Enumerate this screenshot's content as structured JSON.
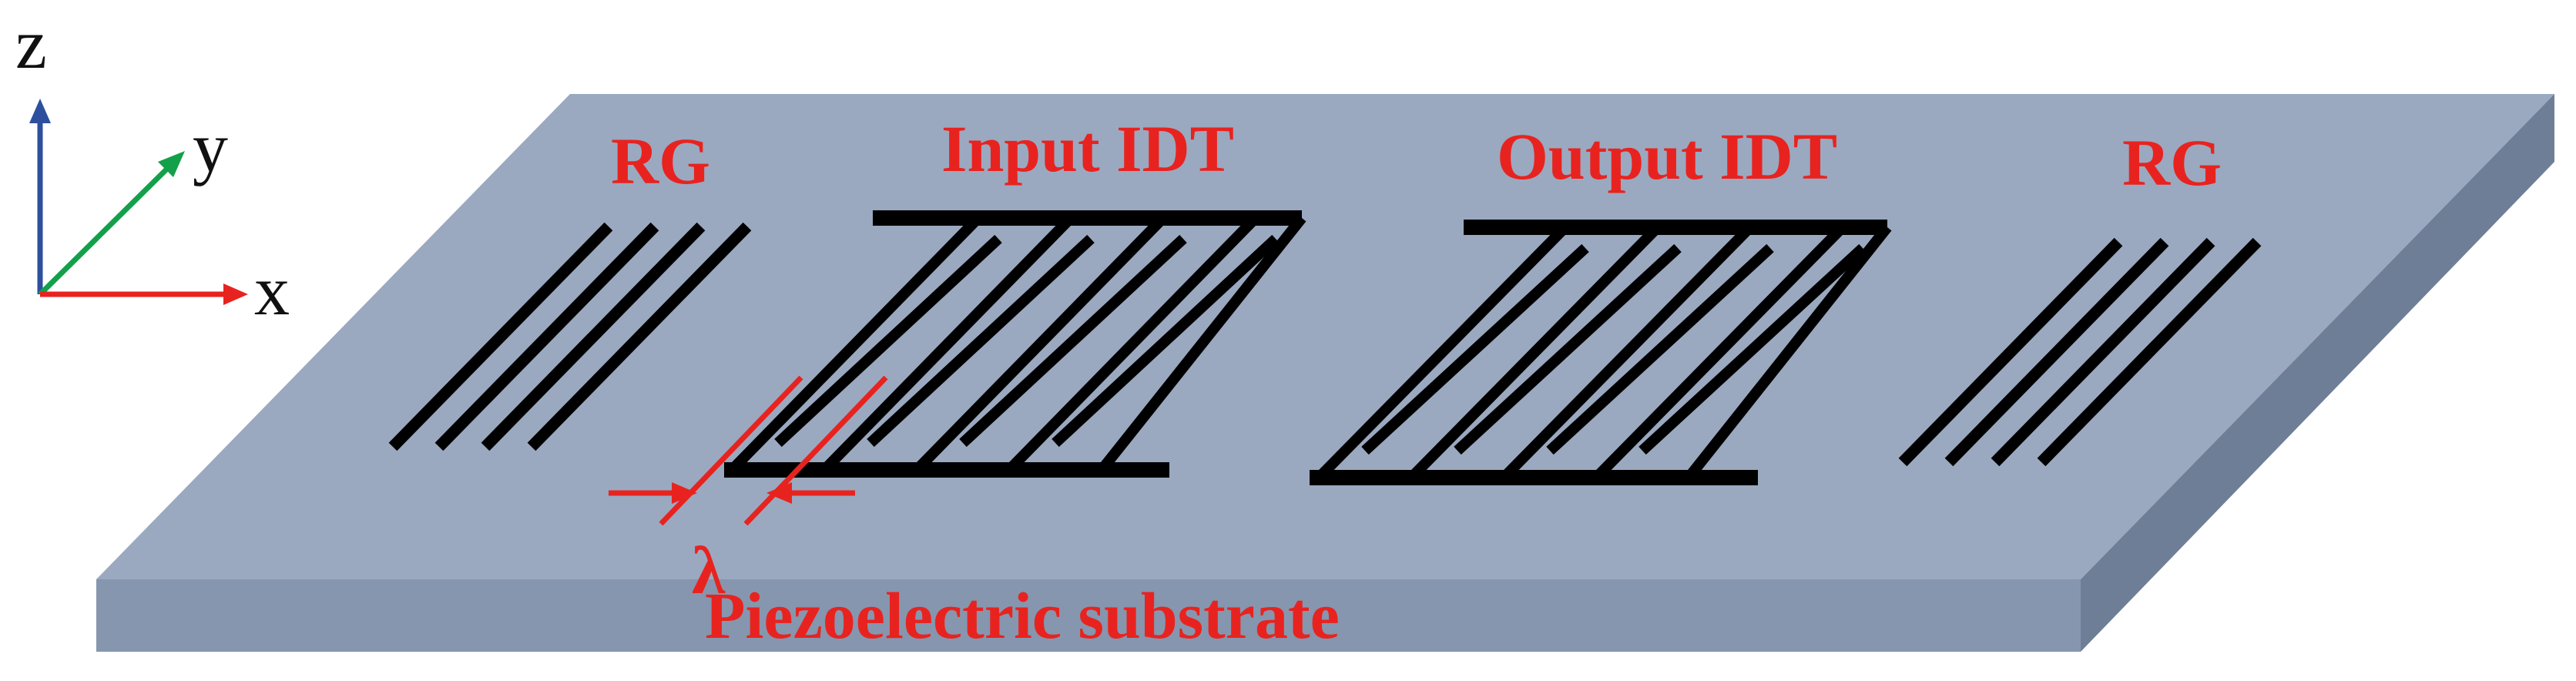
{
  "labels": {
    "rg_left": "RG",
    "input_idt": "Input IDT",
    "output_idt": "Output IDT",
    "rg_right": "RG",
    "wavelength": "λ",
    "substrate": "Piezoelectric substrate"
  },
  "axes": {
    "z": "z",
    "y": "y",
    "x": "x"
  },
  "colors": {
    "substrate_top": "#9aa9c0",
    "substrate_front": "#8696ae",
    "substrate_side": "#6e7e97",
    "electrode": "#000000",
    "annotation": "#e8231f",
    "axis_z": "#2e4f9e",
    "axis_y": "#13a04a",
    "axis_x": "#e8231f"
  },
  "icons": {
    "axis_z": "arrow-up-icon",
    "axis_y": "arrow-diagonal-icon",
    "axis_x": "arrow-right-icon"
  }
}
